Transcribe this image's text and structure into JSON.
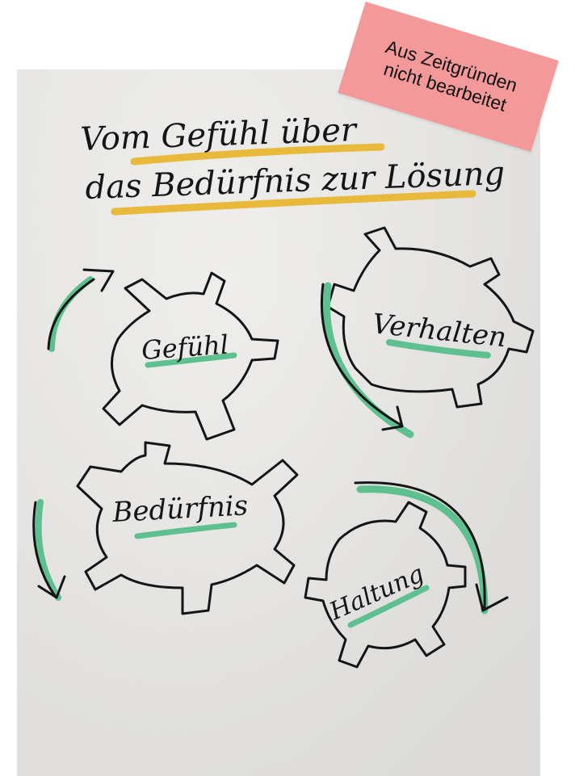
{
  "flipchart": {
    "title_line1": "Vom Gefühl über",
    "title_line2": "das Bedürfnis zur Lösung",
    "gears": {
      "gefuehl": "Gefühl",
      "verhalten": "Verhalten",
      "beduerfnis": "Bedürfnis",
      "haltung": "Haltung"
    }
  },
  "sticky_note": {
    "line1": "Aus Zeitgründen",
    "line2": "nicht bearbeitet"
  },
  "colors": {
    "ink": "#151515",
    "highlight_yellow": "#e8b93a",
    "highlight_green": "#5fc08f",
    "sticky_pink": "#f3999a"
  }
}
